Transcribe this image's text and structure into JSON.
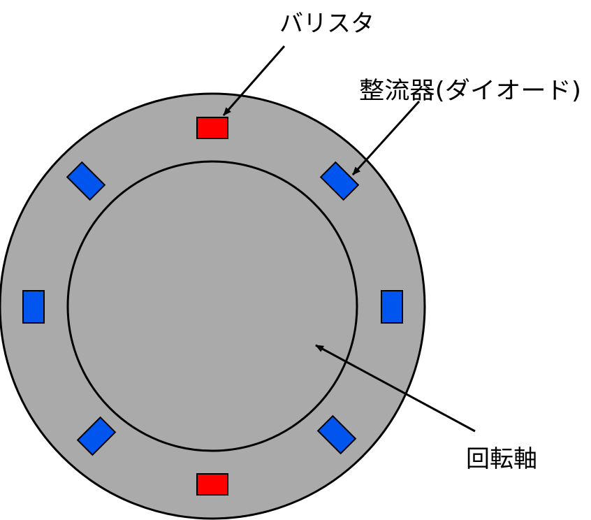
{
  "labels": {
    "varistor": "バリスタ",
    "rectifier": "整流器(ダイオード)",
    "shaft": "回転軸"
  },
  "colors": {
    "ring": "#aaaaaa",
    "outline": "#000000",
    "varistor": "#ff0000",
    "rectifier": "#0055ee",
    "background": "#ffffff"
  },
  "components": {
    "varistor_count": 2,
    "rectifier_count": 6
  }
}
